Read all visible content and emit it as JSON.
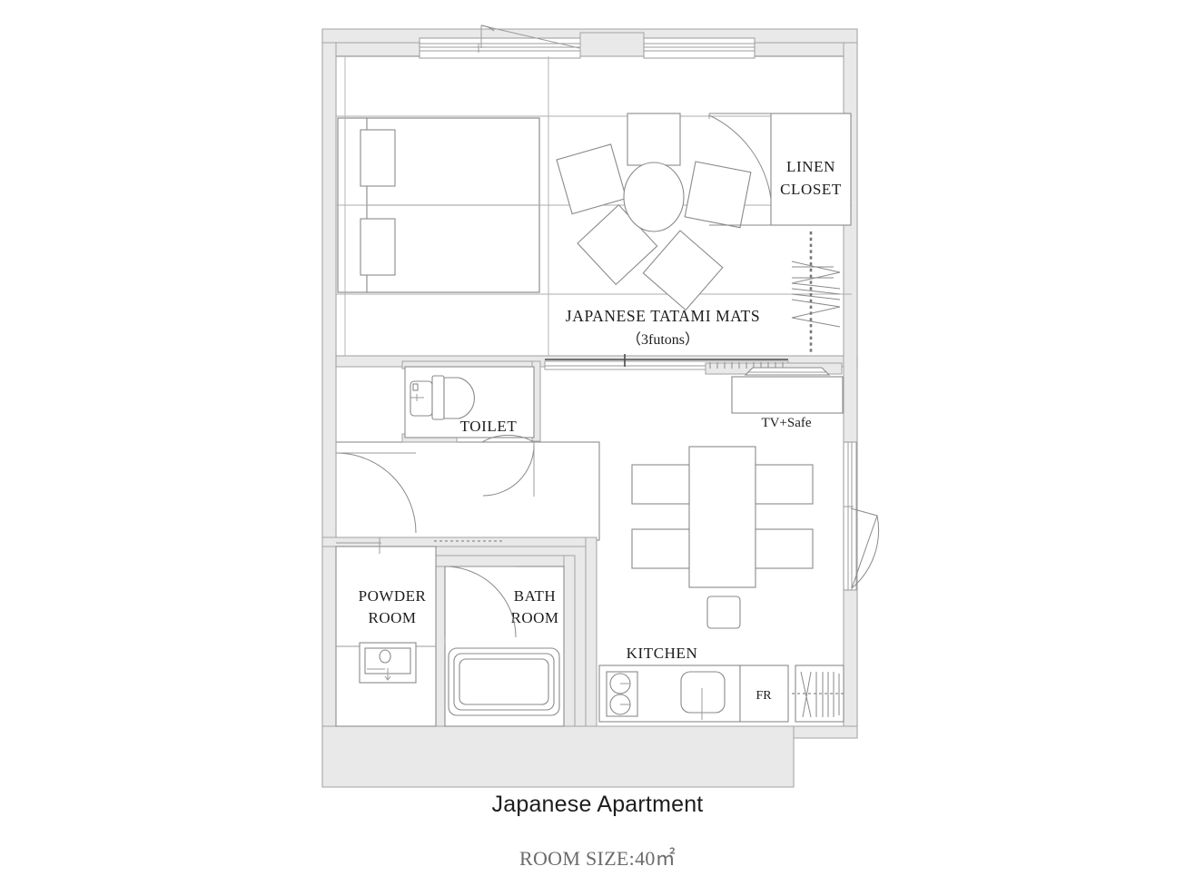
{
  "plan": {
    "title": "Japanese Apartment",
    "room_size": "ROOM SIZE:40㎡",
    "colors": {
      "wall_fill": "#e9e9e9",
      "wall_stroke": "#9a9a9a",
      "furniture_stroke": "#8c8c8c",
      "text": "#1c1c1c",
      "caption_gray": "#6b6b6b",
      "background": "#ffffff"
    },
    "labels": {
      "linen_closet": "LINEN\nCLOSET",
      "linen_closet_line1": "LINEN",
      "linen_closet_line2": "CLOSET",
      "tatami": "JAPANESE TATAMI MATS",
      "tatami_sub": "（ 3futons ）",
      "tatami_sub_plain": "（3futons）",
      "toilet": "TOILET",
      "tv_safe": "TV+Safe",
      "powder_room_line1": "POWDER",
      "powder_room_line2": "ROOM",
      "bath_room_line1": "BATH",
      "bath_room_line2": "ROOM",
      "kitchen": "KITCHEN",
      "fridge": "FR"
    },
    "rooms": [
      {
        "name": "tatami-bedroom",
        "label": "JAPANESE TATAMI MATS",
        "sub": "（3futons）"
      },
      {
        "name": "linen-closet",
        "label": "LINEN CLOSET"
      },
      {
        "name": "toilet-room",
        "label": "TOILET"
      },
      {
        "name": "powder-room",
        "label": "POWDER ROOM"
      },
      {
        "name": "bath-room",
        "label": "BATH ROOM"
      },
      {
        "name": "kitchen-dining",
        "label": "KITCHEN"
      }
    ],
    "fixtures": [
      {
        "name": "bed-upper",
        "label": ""
      },
      {
        "name": "bed-lower",
        "label": ""
      },
      {
        "name": "round-low-table",
        "label": ""
      },
      {
        "name": "floor-cushion",
        "count": 5
      },
      {
        "name": "tv-cabinet",
        "label": "TV+Safe"
      },
      {
        "name": "dining-table",
        "label": ""
      },
      {
        "name": "dining-chair",
        "count": 4
      },
      {
        "name": "dining-stool",
        "count": 1
      },
      {
        "name": "cooktop-two-burner",
        "label": ""
      },
      {
        "name": "kitchen-sink",
        "label": ""
      },
      {
        "name": "refrigerator",
        "label": "FR"
      },
      {
        "name": "bathtub",
        "label": ""
      },
      {
        "name": "vanity-sink",
        "label": ""
      },
      {
        "name": "toilet-fixture",
        "label": ""
      },
      {
        "name": "entry-closet",
        "label": ""
      },
      {
        "name": "wardrobe-rod",
        "label": ""
      }
    ]
  }
}
